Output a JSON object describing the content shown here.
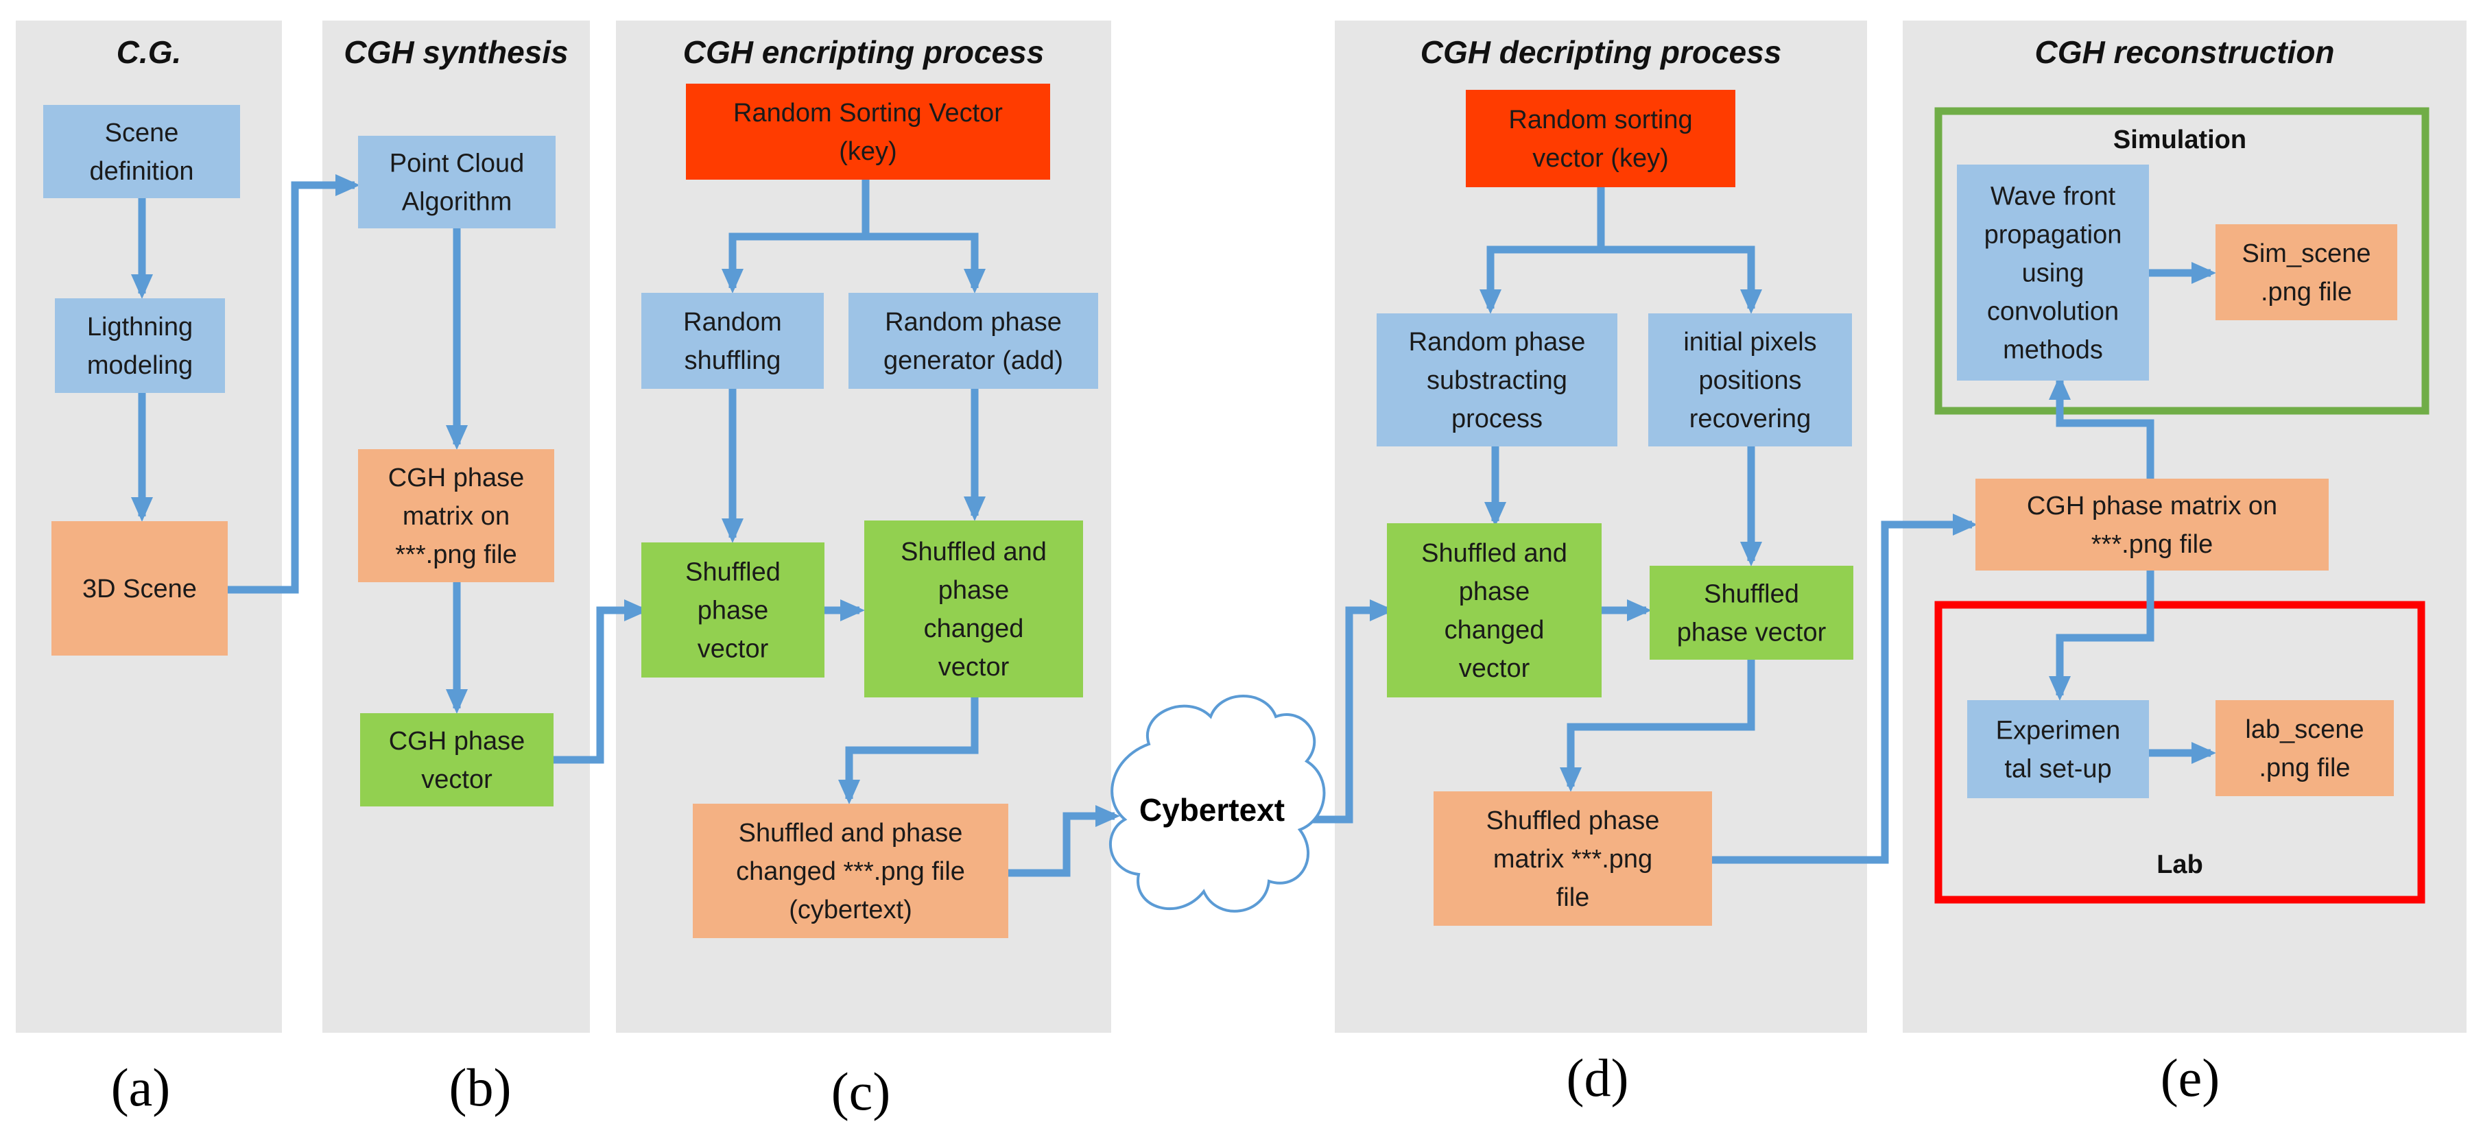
{
  "colors": {
    "panel": "#e6e6e6",
    "blue_box": "#9dc3e6",
    "orange_box": "#f4b183",
    "green_box": "#92d050",
    "red_box": "#ff3c00",
    "arrow": "#5b9bd5",
    "simulation_frame": "#70ad47",
    "lab_frame": "#ff0000",
    "cloud_stroke": "#5b9bd5"
  },
  "panels": [
    {
      "id": "a",
      "title": "C.G.",
      "label": "(a)"
    },
    {
      "id": "b",
      "title": "CGH synthesis",
      "label": "(b)"
    },
    {
      "id": "c",
      "title": "CGH encripting process",
      "label": "(c)"
    },
    {
      "id": "d",
      "title": "CGH decripting process",
      "label": "(d)"
    },
    {
      "id": "e",
      "title": "CGH reconstruction",
      "label": "(e)"
    }
  ],
  "boxes": {
    "scene_definition": {
      "lines": [
        "Scene",
        "definition"
      ],
      "color": "blue"
    },
    "lighting_modeling": {
      "lines": [
        "Ligthning",
        "modeling"
      ],
      "color": "blue"
    },
    "scene_3d": {
      "lines": [
        "3D Scene"
      ],
      "color": "orange"
    },
    "point_cloud": {
      "lines": [
        "Point Cloud",
        "Algorithm"
      ],
      "color": "blue"
    },
    "cgh_phase_matrix_b": {
      "lines": [
        "CGH phase",
        "matrix on",
        "***.png file"
      ],
      "color": "orange"
    },
    "cgh_phase_vector": {
      "lines": [
        "CGH phase",
        "vector"
      ],
      "color": "green"
    },
    "random_sorting_key_c": {
      "lines": [
        "Random Sorting Vector",
        "(key)"
      ],
      "color": "red"
    },
    "random_shuffling": {
      "lines": [
        "Random",
        "shuffling"
      ],
      "color": "blue"
    },
    "random_phase_generator": {
      "lines": [
        "Random phase",
        "generator (add)"
      ],
      "color": "blue"
    },
    "shuffled_phase_vector_c": {
      "lines": [
        "Shuffled",
        "phase",
        "vector"
      ],
      "color": "green"
    },
    "shuffled_changed_vector_c": {
      "lines": [
        "Shuffled and",
        "phase",
        "changed",
        "vector"
      ],
      "color": "green"
    },
    "shuffled_png_c": {
      "lines": [
        "Shuffled and phase",
        "changed ***.png file",
        "(cybertext)"
      ],
      "color": "orange"
    },
    "random_sorting_key_d": {
      "lines": [
        "Random sorting",
        "vector (key)"
      ],
      "color": "red"
    },
    "random_phase_substracting": {
      "lines": [
        "Random phase",
        "substracting",
        "process"
      ],
      "color": "blue"
    },
    "initial_pixels": {
      "lines": [
        "initial pixels",
        "positions",
        "recovering"
      ],
      "color": "blue"
    },
    "shuffled_changed_vector_d": {
      "lines": [
        "Shuffled and",
        "phase",
        "changed",
        "vector"
      ],
      "color": "green"
    },
    "shuffled_phase_vector_d": {
      "lines": [
        "Shuffled",
        "phase vector"
      ],
      "color": "green"
    },
    "shuffled_phase_matrix_d": {
      "lines": [
        "Shuffled phase",
        "matrix ***.png",
        "file"
      ],
      "color": "orange"
    },
    "wave_front": {
      "lines": [
        "Wave front",
        "propagation",
        "using",
        "convolution",
        "methods"
      ],
      "color": "blue"
    },
    "sim_scene": {
      "lines": [
        "Sim_scene",
        ".png file"
      ],
      "color": "orange"
    },
    "cgh_phase_matrix_e": {
      "lines": [
        "CGH phase matrix on",
        "***.png file"
      ],
      "color": "orange"
    },
    "experimental_setup": {
      "lines": [
        "Experimen",
        "tal set-up"
      ],
      "color": "blue"
    },
    "lab_scene": {
      "lines": [
        "lab_scene",
        ".png file"
      ],
      "color": "orange"
    }
  },
  "frames": {
    "simulation": "Simulation",
    "lab": "Lab"
  },
  "cloud": "Cybertext"
}
